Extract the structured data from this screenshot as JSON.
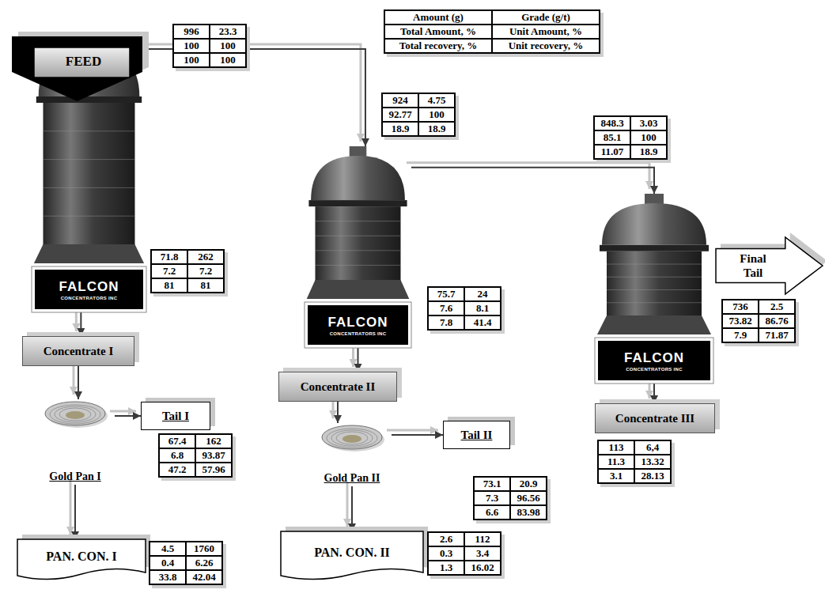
{
  "diagram": {
    "nodes": [
      {
        "text": [
          "FEED"
        ]
      },
      {
        "text": [
          "FALCON",
          "CONCENTRATORS INC"
        ]
      },
      {
        "text": [
          "FALCON",
          "CONCENTRATORS INC"
        ]
      },
      {
        "text": [
          "FALCON",
          "CONCENTRATORS INC"
        ]
      },
      {
        "text": [
          "Final Tail"
        ]
      },
      {
        "text": [
          "Concentrate I"
        ]
      },
      {
        "text": [
          "Concentrate II"
        ]
      },
      {
        "text": [
          "Concentrate III"
        ]
      },
      {
        "text": [
          "Gold Pan I"
        ]
      },
      {
        "text": [
          "Tail I"
        ]
      },
      {
        "text": [
          "Gold Pan II"
        ]
      },
      {
        "text": [
          "Tail II"
        ]
      },
      {
        "text": [
          "PAN. CON. I"
        ]
      },
      {
        "text": [
          "PAN. CON. II"
        ]
      }
    ],
    "edges": [
      {
        "from": 1,
        "to": 2,
        "arrow": "to"
      },
      {
        "from": 2,
        "to": 3,
        "arrow": "to"
      },
      {
        "from": 1,
        "to": 5,
        "arrow": "to"
      },
      {
        "from": 5,
        "to": 8,
        "arrow": "to"
      },
      {
        "from": 8,
        "to": 9,
        "arrow": "to"
      },
      {
        "from": 8,
        "to": 12,
        "arrow": "to"
      },
      {
        "from": 2,
        "to": 6,
        "arrow": "to"
      },
      {
        "from": 6,
        "to": 10,
        "arrow": "to"
      },
      {
        "from": 10,
        "to": 11,
        "arrow": "to"
      },
      {
        "from": 10,
        "to": 13,
        "arrow": "to"
      },
      {
        "from": 3,
        "to": 7,
        "arrow": "to"
      }
    ],
    "labels": [
      "Amount (g)",
      "Grade (g/t)",
      "Total Amount, %",
      "Unit Amount, %",
      "Total recovery, %",
      "Unit recovery, %",
      "996",
      "23.3",
      "100",
      "100",
      "100",
      "100",
      "924",
      "4.75",
      "92.77",
      "100",
      "18.9",
      "18.9",
      "848.3",
      "3.03",
      "85.1",
      "100",
      "11.07",
      "18.9",
      "71.8",
      "262",
      "7.2",
      "7.2",
      "81",
      "81",
      "75.7",
      "24",
      "7.6",
      "8.1",
      "7.8",
      "41.4",
      "736",
      "2.5",
      "73.82",
      "86.76",
      "7.9",
      "71.87",
      "113",
      "6,4",
      "11.3",
      "13.32",
      "3.1",
      "28.13",
      "67.4",
      "162",
      "6.8",
      "93.87",
      "47.2",
      "57.96",
      "73.1",
      "20.9",
      "7.3",
      "96.56",
      "6.6",
      "83.98",
      "4.5",
      "1760",
      "0.4",
      "6.26",
      "33.8",
      "42.04",
      "2.6",
      "112",
      "0.3",
      "3.4",
      "1.3",
      "16.02"
    ]
  }
}
